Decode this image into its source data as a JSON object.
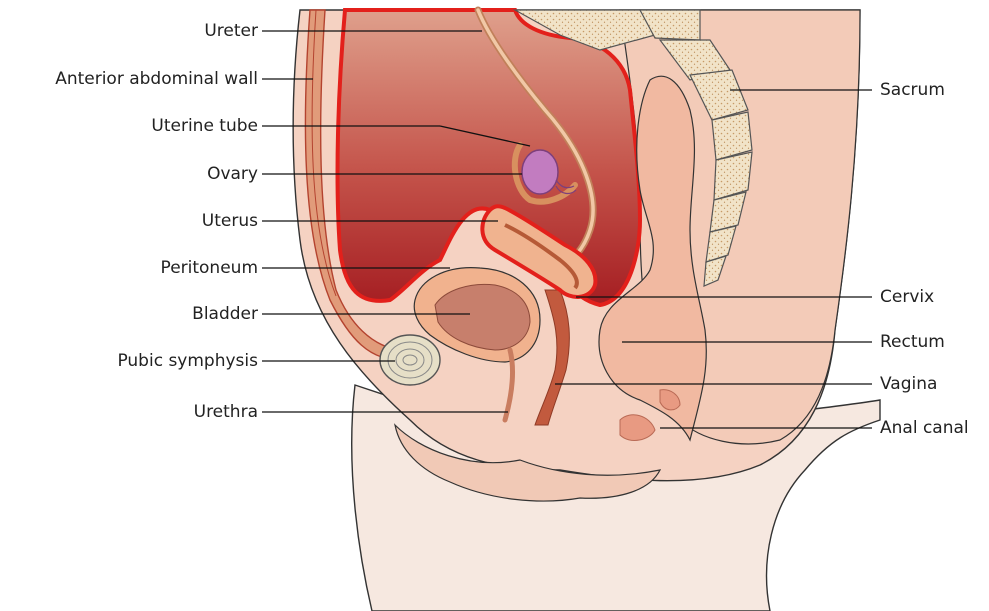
{
  "diagram": {
    "labels_left": [
      {
        "id": "ureter",
        "text": "Ureter"
      },
      {
        "id": "abdominal-wall",
        "text": "Anterior abdominal wall"
      },
      {
        "id": "uterine-tube",
        "text": "Uterine tube"
      },
      {
        "id": "ovary",
        "text": "Ovary"
      },
      {
        "id": "uterus",
        "text": "Uterus"
      },
      {
        "id": "peritoneum",
        "text": "Peritoneum"
      },
      {
        "id": "bladder",
        "text": "Bladder"
      },
      {
        "id": "pubic-symphysis",
        "text": "Pubic symphysis"
      },
      {
        "id": "urethra",
        "text": "Urethra"
      }
    ],
    "labels_right": [
      {
        "id": "sacrum",
        "text": "Sacrum"
      },
      {
        "id": "cervix",
        "text": "Cervix"
      },
      {
        "id": "rectum",
        "text": "Rectum"
      },
      {
        "id": "vagina",
        "text": "Vagina"
      },
      {
        "id": "anal-canal",
        "text": "Anal canal"
      }
    ],
    "colors": {
      "skin": "#f7e4d8",
      "tissue": "#f2c3ac",
      "peritoneal_cavity": "#b83330",
      "peritoneum_line": "#e3201b",
      "bone": "#f1e3c8",
      "organ": "#e8a883",
      "ovary": "#c27cc0",
      "leader_line": "#111111"
    }
  }
}
